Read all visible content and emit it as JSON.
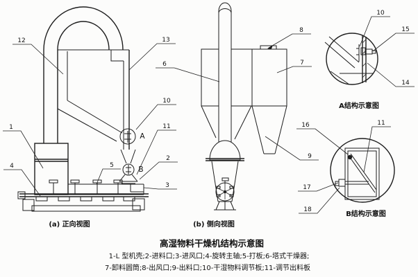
{
  "figure_title": "高湿物料干燥机结构示意图",
  "legend": {
    "line1": "1-L 型机壳;2-进料口;3-进风口;4-旋转主轴;5-打板;6-塔式干燥器;",
    "line2": "7-卸料圆筒;8-出风口;9-出料口;10-干湿物料调节板;11-调节出料板"
  },
  "parts": [
    {
      "no": "1",
      "name": "L 型机壳"
    },
    {
      "no": "2",
      "name": "进料口"
    },
    {
      "no": "3",
      "name": "进风口"
    },
    {
      "no": "4",
      "name": "旋转主轴"
    },
    {
      "no": "5",
      "name": "打板"
    },
    {
      "no": "6",
      "name": "塔式干燥器"
    },
    {
      "no": "7",
      "name": "卸料圆筒"
    },
    {
      "no": "8",
      "name": "出风口"
    },
    {
      "no": "9",
      "name": "出料口"
    },
    {
      "no": "10",
      "name": "干湿物料调节板"
    },
    {
      "no": "11",
      "name": "调节出料板"
    }
  ],
  "views": {
    "front": {
      "caption": "(a) 正向视图"
    },
    "side": {
      "caption": "(b) 侧向视图"
    },
    "detail_a": {
      "caption": "A结构示意图"
    },
    "detail_b": {
      "caption": "B结构示意图"
    }
  },
  "callouts": {
    "front": {
      "c1": "1",
      "c2": "2",
      "c3": "3",
      "c4": "4",
      "c5": "5",
      "c10": "10",
      "c11": "11",
      "c12": "12",
      "c13": "13",
      "letterA": "A",
      "letterB": "B"
    },
    "side": {
      "c6": "6",
      "c7": "7",
      "c8": "8",
      "c9": "9",
      "c16": "16",
      "c17": "17",
      "c18": "18"
    },
    "detail_a": {
      "c10": "10",
      "c14": "14",
      "c15": "15"
    },
    "detail_b": {
      "c11": "11"
    }
  },
  "colors": {
    "line": "#1d1d1d",
    "background": "#fcfcfb"
  }
}
